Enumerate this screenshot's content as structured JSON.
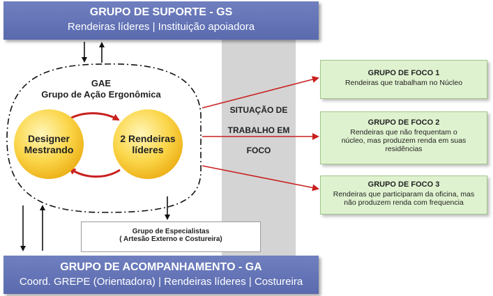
{
  "support_group": {
    "title": "GRUPO DE SUPORTE - GS",
    "subtitle": "Rendeiras líderes | Instituição apoiadora"
  },
  "gae": {
    "title": "GAE",
    "subtitle": "Grupo de Ação Ergonômica",
    "circle_left": [
      "Designer",
      "Mestrando"
    ],
    "circle_right": [
      "2 Rendeiras",
      "líderes"
    ]
  },
  "work_situation": {
    "lines": [
      "SITUAÇÃO DE",
      "TRABALHO EM",
      "FOCO"
    ]
  },
  "focus_groups": [
    {
      "title": "GRUPO DE FOCO 1",
      "text": "Rendeiras que trabalham no Núcleo"
    },
    {
      "title": "GRUPO DE FOCO 2",
      "text": "Rendeiras que não frequentam o núcleo, mas produzem renda em suas residências"
    },
    {
      "title": "GRUPO DE FOCO 3",
      "text": "Rendeiras que participaram da oficina, mas não produzem renda com frequencia"
    }
  ],
  "specialists": {
    "title": "Grupo de Especialistas",
    "subtitle": "( Artesão Externo e Costureira)"
  },
  "follow_up_group": {
    "title": "GRUPO DE ACOMPANHAMENTO - GA",
    "subtitle_parts": [
      "Coord. GREPE (Orientadora)",
      "Rendeiras líderes",
      "Costureira"
    ]
  },
  "colors": {
    "header_blue": "#6474b8",
    "band_gray": "#d4d4d4",
    "focus_green": "#dff2cf",
    "arrow_red": "#c8201e",
    "circle_yellow": "#f5c22c"
  }
}
